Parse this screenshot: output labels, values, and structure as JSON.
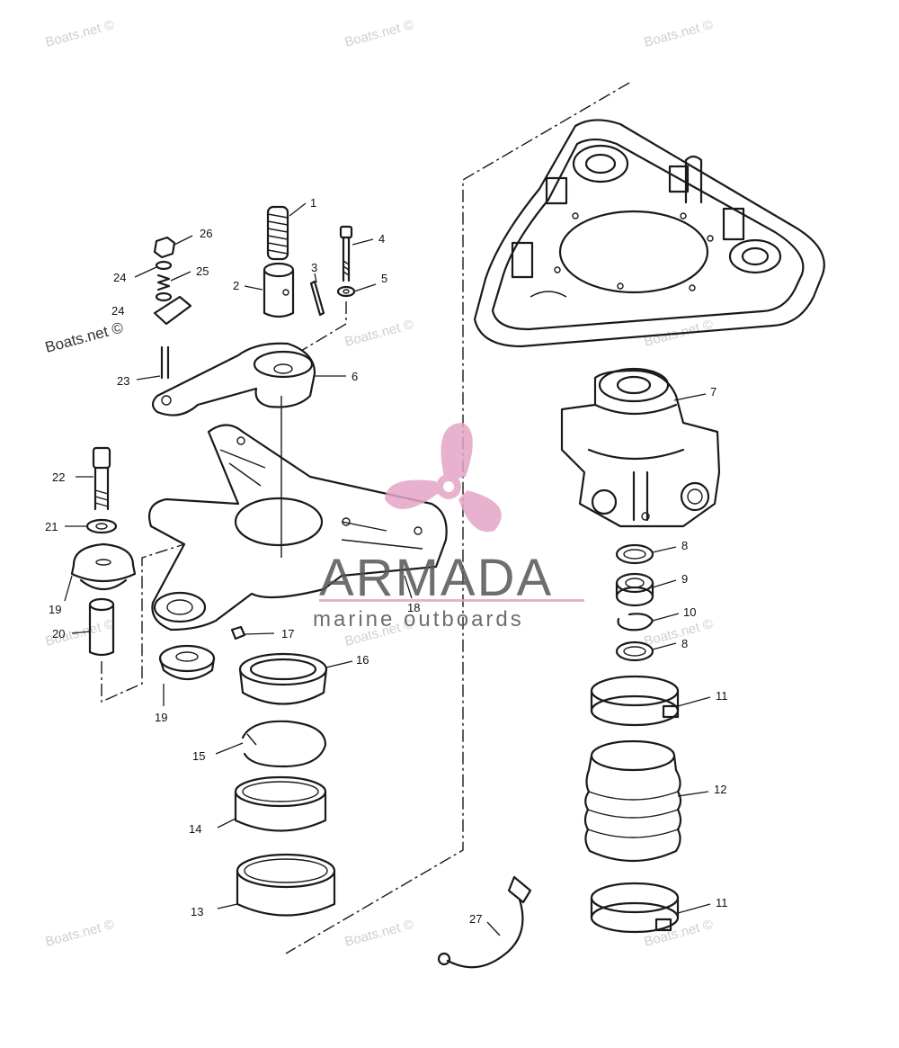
{
  "watermark": {
    "text": "Boats.net ©",
    "color": "#cfcfcf"
  },
  "logo": {
    "name": "ARMADA",
    "tagline": "marine outboards",
    "accent": "#e4a5c6"
  },
  "callouts": [
    {
      "id": "c1",
      "label": "1"
    },
    {
      "id": "c2",
      "label": "2"
    },
    {
      "id": "c3",
      "label": "3"
    },
    {
      "id": "c4",
      "label": "4"
    },
    {
      "id": "c5",
      "label": "5"
    },
    {
      "id": "c6",
      "label": "6"
    },
    {
      "id": "c7",
      "label": "7"
    },
    {
      "id": "c8a",
      "label": "8"
    },
    {
      "id": "c8b",
      "label": "8"
    },
    {
      "id": "c9",
      "label": "9"
    },
    {
      "id": "c10",
      "label": "10"
    },
    {
      "id": "c11a",
      "label": "11"
    },
    {
      "id": "c11b",
      "label": "11"
    },
    {
      "id": "c12",
      "label": "12"
    },
    {
      "id": "c13",
      "label": "13"
    },
    {
      "id": "c14",
      "label": "14"
    },
    {
      "id": "c15",
      "label": "15"
    },
    {
      "id": "c16",
      "label": "16"
    },
    {
      "id": "c17",
      "label": "17"
    },
    {
      "id": "c18",
      "label": "18"
    },
    {
      "id": "c19a",
      "label": "19"
    },
    {
      "id": "c19b",
      "label": "19"
    },
    {
      "id": "c20",
      "label": "20"
    },
    {
      "id": "c21",
      "label": "21"
    },
    {
      "id": "c22",
      "label": "22"
    },
    {
      "id": "c23",
      "label": "23"
    },
    {
      "id": "c24a",
      "label": "24"
    },
    {
      "id": "c24b",
      "label": "24"
    },
    {
      "id": "c25",
      "label": "25"
    },
    {
      "id": "c26",
      "label": "26"
    },
    {
      "id": "c27",
      "label": "27"
    }
  ]
}
